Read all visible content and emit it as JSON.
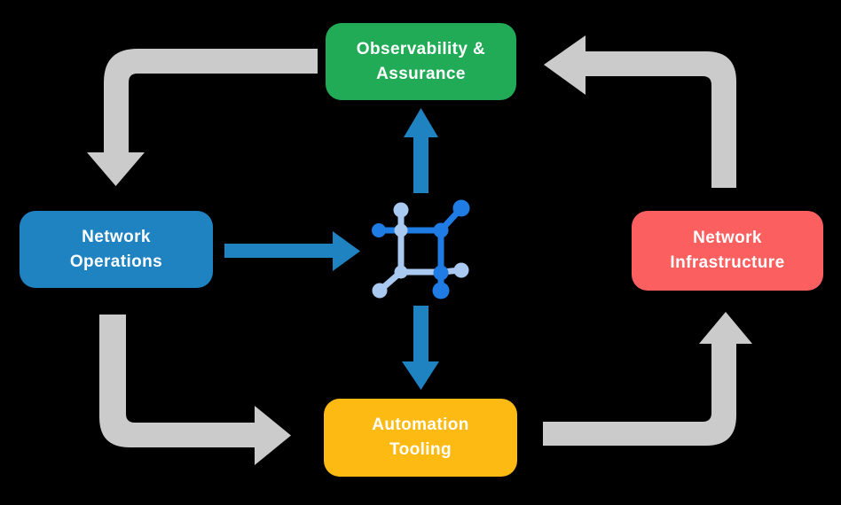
{
  "diagram": {
    "background_color": "#000000",
    "nodes": [
      {
        "id": "observability-assurance",
        "label": "Observability &\nAssurance",
        "color": "#22ab57",
        "text_color": "#ffffff"
      },
      {
        "id": "network-operations",
        "label": "Network\nOperations",
        "color": "#1f83c2",
        "text_color": "#ffffff"
      },
      {
        "id": "network-infrastructure",
        "label": "Network\nInfrastructure",
        "color": "#fc5f5f",
        "text_color": "#ffffff"
      },
      {
        "id": "automation-tooling",
        "label": "Automation\nTooling",
        "color": "#fcba12",
        "text_color": "#ffffff"
      }
    ],
    "center_icon": {
      "name": "network-node-icon",
      "primary_color": "#1e7ce4",
      "secondary_color": "#a9c9f1"
    },
    "arrows": {
      "cycle_color": "#cbcbcb",
      "hub_color": "#1f83c2",
      "cycle": [
        {
          "from": "observability-assurance",
          "to": "network-operations"
        },
        {
          "from": "network-operations",
          "to": "automation-tooling"
        },
        {
          "from": "automation-tooling",
          "to": "network-infrastructure"
        },
        {
          "from": "network-infrastructure",
          "to": "observability-assurance"
        }
      ],
      "hub": [
        {
          "from": "network-operations",
          "to": "center-icon"
        },
        {
          "from": "center-icon",
          "to": "observability-assurance"
        },
        {
          "from": "center-icon",
          "to": "automation-tooling"
        }
      ]
    }
  }
}
